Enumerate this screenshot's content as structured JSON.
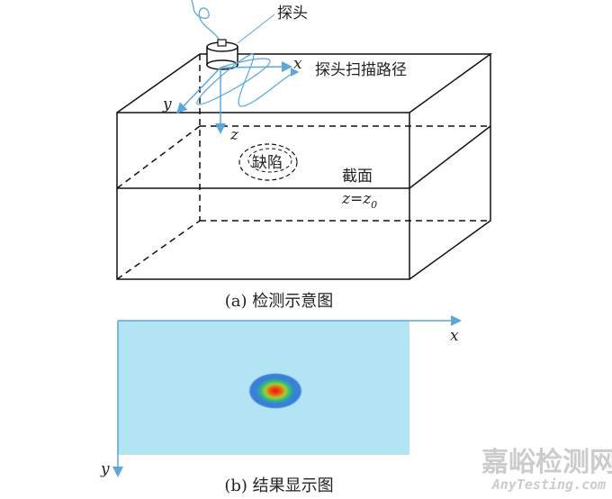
{
  "panel_a": {
    "probe_label": "探头",
    "scan_path_label": "探头扫描路径",
    "defect_label": "缺陷",
    "section_label": "截面",
    "section_eq": "z=z",
    "section_eq_sub": "0",
    "axis_x": "x",
    "axis_y": "y",
    "axis_z": "z",
    "caption": "(a) 检测示意图"
  },
  "panel_b": {
    "axis_x": "x",
    "axis_y": "y",
    "caption": "(b) 结果显示图",
    "background_color": "#b3e4f4",
    "blob_colors": [
      "#3a7fd8",
      "#2ab3a0",
      "#7ccc3a",
      "#e8d020",
      "#e82010"
    ]
  },
  "watermark": {
    "title": "嘉峪检测网",
    "subtitle": "AnyTesting.com"
  },
  "colors": {
    "axis": "#5aa7dc",
    "line": "#111111"
  }
}
